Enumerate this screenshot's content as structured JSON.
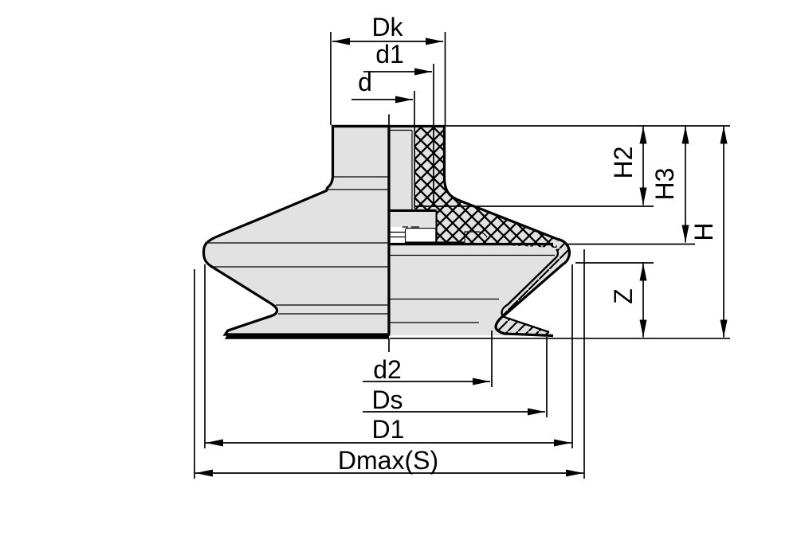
{
  "colors": {
    "background": "#ffffff",
    "line": "#000000",
    "fill": "#e2e2e2"
  },
  "dims": {
    "dk": "Dk",
    "d1": "d1",
    "d": "d",
    "h2": "H2",
    "h3": "H3",
    "h": "H",
    "z": "Z",
    "d2": "d2",
    "ds": "Ds",
    "D1": "D1",
    "dmax": "Dmax(S)"
  }
}
